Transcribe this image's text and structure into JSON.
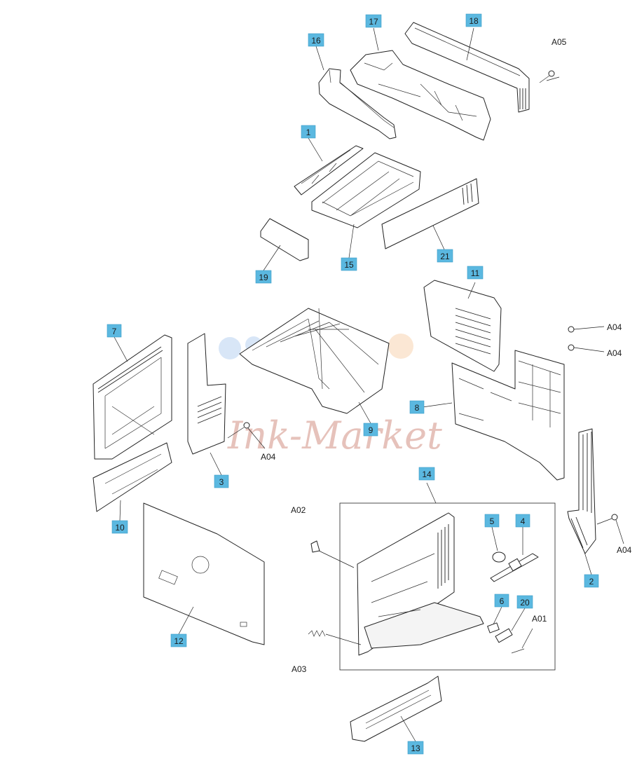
{
  "diagram": {
    "callouts": [
      {
        "id": "1",
        "label": "1"
      },
      {
        "id": "2",
        "label": "2"
      },
      {
        "id": "3",
        "label": "3"
      },
      {
        "id": "4",
        "label": "4"
      },
      {
        "id": "5",
        "label": "5"
      },
      {
        "id": "6",
        "label": "6"
      },
      {
        "id": "7",
        "label": "7"
      },
      {
        "id": "8",
        "label": "8"
      },
      {
        "id": "9",
        "label": "9"
      },
      {
        "id": "10",
        "label": "10"
      },
      {
        "id": "11",
        "label": "11"
      },
      {
        "id": "12",
        "label": "12"
      },
      {
        "id": "13",
        "label": "13"
      },
      {
        "id": "14",
        "label": "14"
      },
      {
        "id": "15",
        "label": "15"
      },
      {
        "id": "16",
        "label": "16"
      },
      {
        "id": "17",
        "label": "17"
      },
      {
        "id": "18",
        "label": "18"
      },
      {
        "id": "19",
        "label": "19"
      },
      {
        "id": "20",
        "label": "20"
      },
      {
        "id": "21",
        "label": "21"
      }
    ],
    "hardware_labels": {
      "a05": "A05",
      "a04_right_top": "A04",
      "a04_right_mid": "A04",
      "a04_left": "A04",
      "a04_right_low": "A04",
      "a02": "A02",
      "a03": "A03",
      "a01": "A01"
    },
    "watermark": "Ink-Market",
    "colors": {
      "callout_fill": "#5bb8e0",
      "line": "#222222",
      "watermark": "#c97a6a"
    }
  }
}
